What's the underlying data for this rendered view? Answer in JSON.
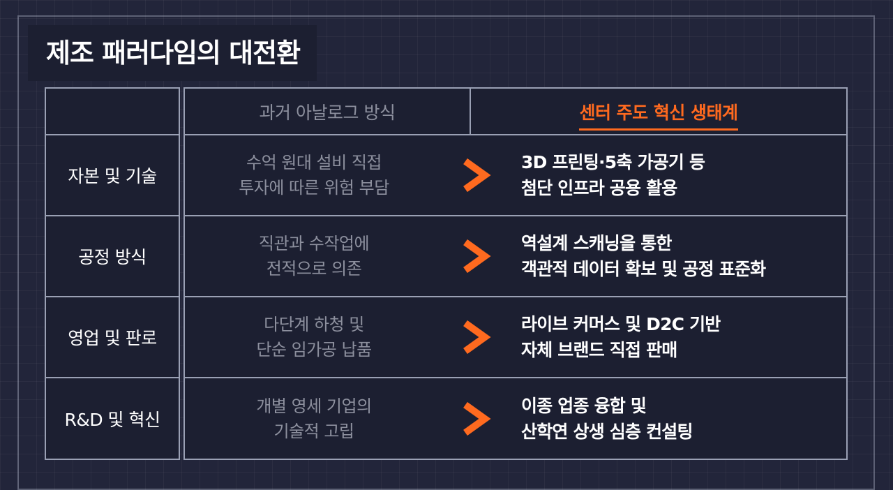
{
  "title": "제조 패러다임의 대전환",
  "headers": {
    "old": "과거 아날로그 방식",
    "new": "센터 주도 혁신 생태계"
  },
  "colors": {
    "background": "#22253a",
    "accent": "#ff6a1f",
    "old_text": "#8d909e",
    "new_text": "#ffffff",
    "border": "#9aa0b4"
  },
  "rows": [
    {
      "category": "자본 및 기술",
      "old": [
        "수억 원대 설비 직접",
        "투자에 따른 위험 부담"
      ],
      "new": [
        "3D 프린팅·5축 가공기 등",
        "첨단 인프라 공용 활용"
      ]
    },
    {
      "category": "공정 방식",
      "old": [
        "직관과 수작업에",
        "전적으로 의존"
      ],
      "new": [
        "역설계 스캐닝을 통한",
        "객관적 데이터 확보 및 공정 표준화"
      ]
    },
    {
      "category": "영업 및 판로",
      "old": [
        "다단계 하청 및",
        "단순 임가공 납품"
      ],
      "new": [
        "라이브 커머스 및 D2C 기반",
        "자체 브랜드 직접 판매"
      ]
    },
    {
      "category": "R&D 및 혁신",
      "old": [
        "개별 영세 기업의",
        "기술적 고립"
      ],
      "new": [
        "이종 업종 융합 및",
        "산학연 상생 심층 컨설팅"
      ]
    }
  ],
  "arrow_icon": "chevron-right-icon"
}
